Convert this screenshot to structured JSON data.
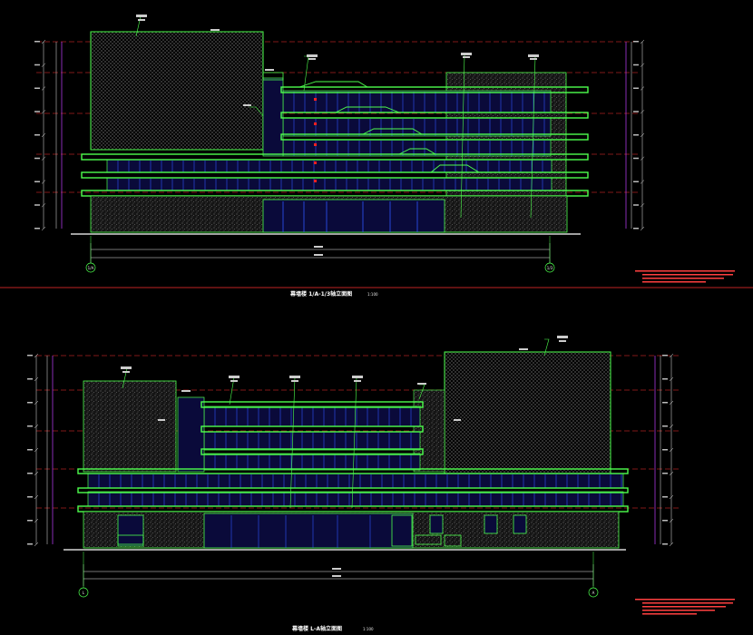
{
  "elevations": [
    {
      "title": "幕墙楼 1/A-1/3轴立面图",
      "scale": "1:100",
      "left_axis_label": "1/A",
      "right_axis_label": "1/3"
    },
    {
      "title": "幕墙楼 L-A轴立面图",
      "scale": "1:100",
      "left_axis_label": "L",
      "right_axis_label": "A"
    }
  ],
  "colors": {
    "background": "#000000",
    "structure": "#4dff4d",
    "glazing": "#1f3fff",
    "dim_lines": "#e6e6e6",
    "level_lines": "#ff3030",
    "leaders": "#4dff4d",
    "mullions": "#c040ff"
  }
}
